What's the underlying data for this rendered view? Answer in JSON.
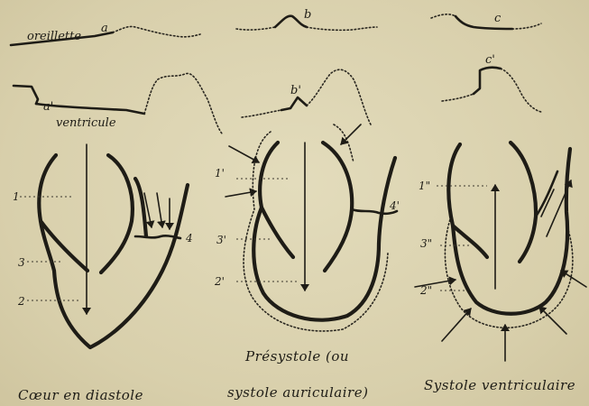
{
  "traces": {
    "oreillette": "oreillette",
    "ventricule": "ventricule",
    "a": "a",
    "a_prime": "a'",
    "b": "b",
    "b_prime": "b'",
    "c": "c",
    "c_prime": "c'"
  },
  "panels": [
    {
      "caption": "Cœur en diastole",
      "numbers": [
        "1",
        "3",
        "2",
        "4"
      ]
    },
    {
      "caption_line1": "Présystole (ou",
      "caption_line2": "systole auriculaire)",
      "numbers": [
        "1'",
        "3'",
        "2'",
        "4'"
      ]
    },
    {
      "caption": "Systole ventriculaire",
      "numbers": [
        "1\"",
        "3\"",
        "2\""
      ]
    }
  ],
  "colors": {
    "ink": "#1e1c16",
    "paper": "#dcd4b2"
  }
}
